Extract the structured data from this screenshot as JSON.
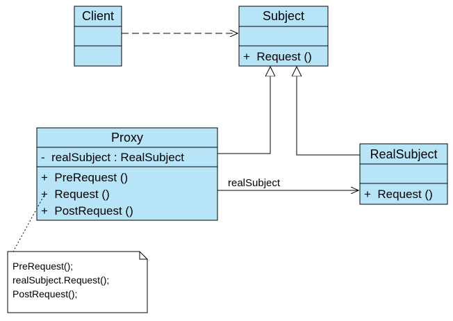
{
  "diagram": {
    "client": {
      "name": "Client"
    },
    "subject": {
      "name": "Subject",
      "operations": [
        "+  Request ()"
      ]
    },
    "proxy": {
      "name": "Proxy",
      "attributes": [
        "-  realSubject : RealSubject"
      ],
      "operations": [
        "+  PreRequest ()",
        "+  Request ()",
        "+  PostRequest ()"
      ]
    },
    "real_subject": {
      "name": "RealSubject",
      "operations": [
        "+  Request ()"
      ]
    },
    "association": {
      "label": "realSubject"
    },
    "note": {
      "lines": [
        "PreRequest();",
        "realSubject.Request();",
        "PostRequest();"
      ]
    }
  }
}
